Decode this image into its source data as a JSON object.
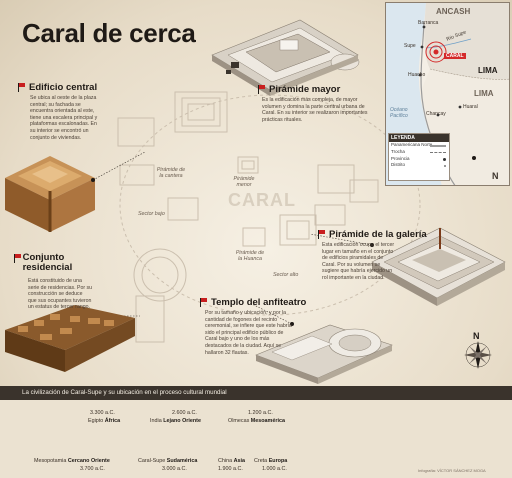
{
  "title": "Caral de cerca",
  "center_label": "CARAL",
  "sections": {
    "edificio_central": {
      "title": "Edificio central",
      "text": "Se ubica al oeste de la plaza central; su fachada se encuentra orientada al este, tiene una escalera principal y plataformas escalonadas. En su interior se encontró un conjunto de viviendas."
    },
    "piramide_mayor": {
      "title": "Pirámide mayor",
      "text": "Es la edificación más compleja, de mayor volumen y domina la parte central urbana de Caral. En su interior se realizaron importantes prácticas rituales."
    },
    "conjunto_residencial": {
      "title": "Conjunto residencial",
      "text": "Está constituido de una serie de residencias. Por su construcción se deduce que sus ocupantes tuvieron un estatus de tercer rango."
    },
    "piramide_galeria": {
      "title": "Pirámide de la galería",
      "text": "Esta edificación ocupa el tercer lugar en tamaño en el conjunto de edificios piramidales de Caral. Por su volumen se sugiere que habría ejercido un rol importante en la ciudad."
    },
    "templo_anfiteatro": {
      "title": "Templo del anfiteatro",
      "text": "Por su tamaño y ubicación, y por la cantidad de fogones del recinto ceremonial, se infiere que este habría sido el principal edificio público de Caral bajo y uno de los más destacados de la ciudad. Aquí se hallaron 32 flautas."
    }
  },
  "site_labels": {
    "piramide_cantera": "Pirámide de la cantera",
    "piramide_menor": "Pirámide menor",
    "sector_bajo": "Sector bajo",
    "sector_alto": "Sector alto",
    "piramide_huanca": "Pirámide de la Huanca"
  },
  "map": {
    "region_ancash": "ANCASH",
    "region_lima": "LIMA",
    "city_lima": "LIMA",
    "ocean": "Océano Pacífico",
    "places": {
      "barranca": "Barranca",
      "supe": "Supe",
      "rio_supe": "Río Supe",
      "caral": "CARAL",
      "huacho": "Huacho",
      "huaral": "Huaral",
      "chancay": "Chancay"
    },
    "north": "N",
    "legend": {
      "title": "LEYENDA",
      "items": [
        "Panamericana Norte",
        "Trocha",
        "Provincia",
        "Distrito"
      ]
    },
    "colors": {
      "caral": "#d42a2a",
      "road": "#9b9b9b"
    }
  },
  "north": "N",
  "timeline": {
    "header": "La civilización de Caral-Supe y su ubicación en el proceso cultural mundial",
    "top": [
      {
        "date": "3.300 a.C.",
        "place": "Egipto",
        "region": "África"
      },
      {
        "date": "2.600 a.C.",
        "place": "India",
        "region": "Lejano Oriente"
      },
      {
        "date": "1.200 a.C.",
        "place": "Olmecas",
        "region": "Mesoamérica"
      }
    ],
    "bottom": [
      {
        "place": "Mesopotamia",
        "region": "Cercano Oriente",
        "date": "3.700 a.C."
      },
      {
        "place": "Caral-Supe",
        "region": "Sudamérica",
        "date": "3.000 a.C."
      },
      {
        "place": "China",
        "region": "Asia",
        "date": "1.900 a.C."
      },
      {
        "place": "Creta",
        "region": "Europa",
        "date": "1.000 a.C."
      }
    ]
  },
  "credit": "Infografía: VÍCTOR SÁNCHEZ MOGA"
}
